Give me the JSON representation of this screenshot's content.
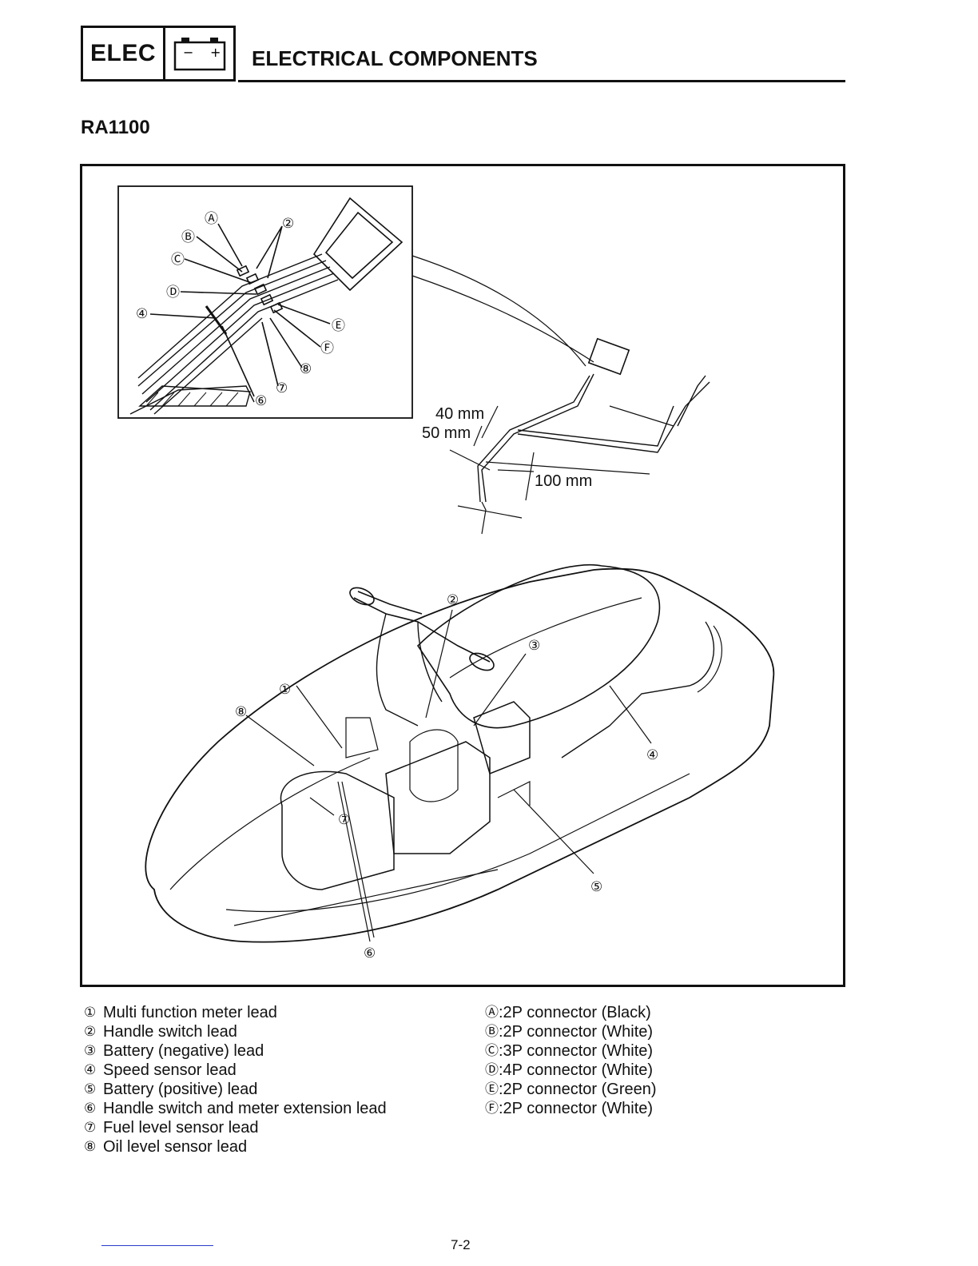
{
  "header": {
    "section_code": "ELEC",
    "battery_minus": "−",
    "battery_plus": "+",
    "title": "ELECTRICAL COMPONENTS"
  },
  "model": "RA1100",
  "figure": {
    "dimensions": {
      "d40": "40 mm",
      "d50": "50 mm",
      "d100": "100 mm"
    },
    "callouts": {
      "n1": "①",
      "n2": "②",
      "n3": "③",
      "n4": "④",
      "n5": "⑤",
      "n6": "⑥",
      "n7": "⑦",
      "n8": "⑧",
      "A": "Ⓐ",
      "B": "Ⓑ",
      "C": "Ⓒ",
      "D": "Ⓓ",
      "E": "Ⓔ",
      "F": "Ⓕ"
    }
  },
  "legend_left": [
    {
      "marker": "①",
      "text": "Multi function meter lead"
    },
    {
      "marker": "②",
      "text": "Handle switch lead"
    },
    {
      "marker": "③",
      "text": "Battery (negative) lead"
    },
    {
      "marker": "④",
      "text": "Speed sensor lead"
    },
    {
      "marker": "⑤",
      "text": "Battery (positive) lead"
    },
    {
      "marker": "⑥",
      "text": "Handle switch and meter extension lead"
    },
    {
      "marker": "⑦",
      "text": "Fuel level sensor lead"
    },
    {
      "marker": "⑧",
      "text": "Oil level sensor lead"
    }
  ],
  "legend_right": [
    {
      "marker": "Ⓐ",
      "text": ":2P connector (Black)"
    },
    {
      "marker": "Ⓑ",
      "text": ":2P connector (White)"
    },
    {
      "marker": "Ⓒ",
      "text": ":3P connector (White)"
    },
    {
      "marker": "Ⓓ",
      "text": ":4P connector (White)"
    },
    {
      "marker": "Ⓔ",
      "text": ":2P connector (Green)"
    },
    {
      "marker": "Ⓕ",
      "text": ":2P connector (White)"
    }
  ],
  "page_number": "7-2"
}
